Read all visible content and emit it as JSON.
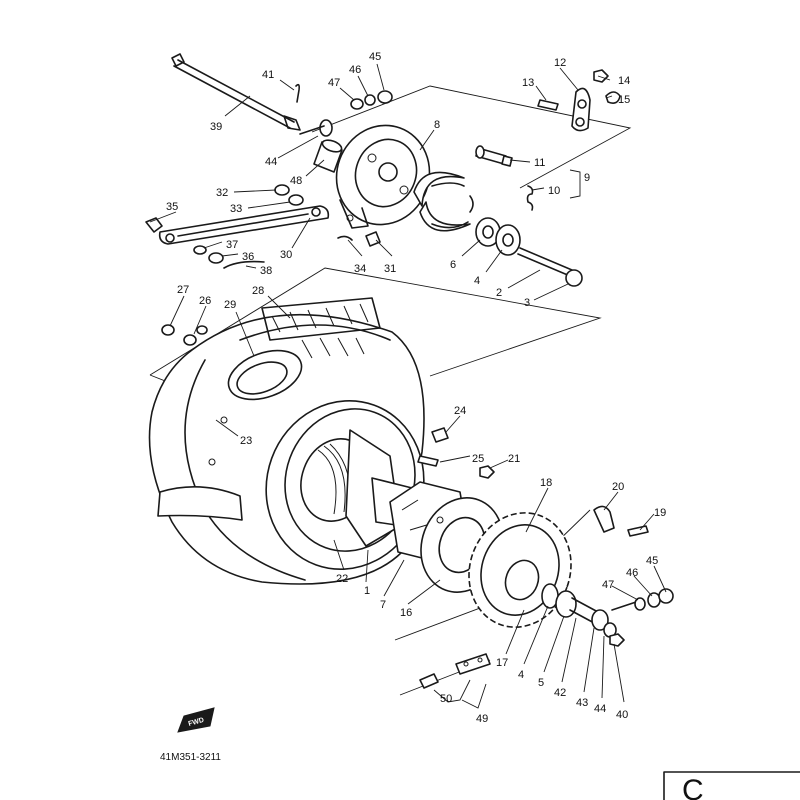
{
  "diagram_code": "41M351-3211",
  "fwd_label": "FWD",
  "corner_mark": "C",
  "callouts": [
    {
      "id": "c41",
      "label": "41"
    },
    {
      "id": "c47a",
      "label": "47"
    },
    {
      "id": "c46a",
      "label": "46"
    },
    {
      "id": "c45a",
      "label": "45"
    },
    {
      "id": "c39",
      "label": "39"
    },
    {
      "id": "c44a",
      "label": "44"
    },
    {
      "id": "c8",
      "label": "8"
    },
    {
      "id": "c48",
      "label": "48"
    },
    {
      "id": "c12",
      "label": "12"
    },
    {
      "id": "c13",
      "label": "13"
    },
    {
      "id": "c14",
      "label": "14"
    },
    {
      "id": "c15",
      "label": "15"
    },
    {
      "id": "c11",
      "label": "11"
    },
    {
      "id": "c9",
      "label": "9"
    },
    {
      "id": "c10",
      "label": "10"
    },
    {
      "id": "c32",
      "label": "32"
    },
    {
      "id": "c33",
      "label": "33"
    },
    {
      "id": "c35",
      "label": "35"
    },
    {
      "id": "c37",
      "label": "37"
    },
    {
      "id": "c36",
      "label": "36"
    },
    {
      "id": "c38",
      "label": "38"
    },
    {
      "id": "c30",
      "label": "30"
    },
    {
      "id": "c34",
      "label": "34"
    },
    {
      "id": "c31",
      "label": "31"
    },
    {
      "id": "c6",
      "label": "6"
    },
    {
      "id": "c4a",
      "label": "4"
    },
    {
      "id": "c2",
      "label": "2"
    },
    {
      "id": "c3",
      "label": "3"
    },
    {
      "id": "c27",
      "label": "27"
    },
    {
      "id": "c26",
      "label": "26"
    },
    {
      "id": "c29",
      "label": "29"
    },
    {
      "id": "c28",
      "label": "28"
    },
    {
      "id": "c23",
      "label": "23"
    },
    {
      "id": "c24",
      "label": "24"
    },
    {
      "id": "c25",
      "label": "25"
    },
    {
      "id": "c21",
      "label": "21"
    },
    {
      "id": "c18",
      "label": "18"
    },
    {
      "id": "c20",
      "label": "20"
    },
    {
      "id": "c19",
      "label": "19"
    },
    {
      "id": "c22",
      "label": "22"
    },
    {
      "id": "c1",
      "label": "1"
    },
    {
      "id": "c7",
      "label": "7"
    },
    {
      "id": "c16",
      "label": "16"
    },
    {
      "id": "c45b",
      "label": "45"
    },
    {
      "id": "c46b",
      "label": "46"
    },
    {
      "id": "c47b",
      "label": "47"
    },
    {
      "id": "c17",
      "label": "17"
    },
    {
      "id": "c4b",
      "label": "4"
    },
    {
      "id": "c5",
      "label": "5"
    },
    {
      "id": "c42",
      "label": "42"
    },
    {
      "id": "c43",
      "label": "43"
    },
    {
      "id": "c44b",
      "label": "44"
    },
    {
      "id": "c40",
      "label": "40"
    },
    {
      "id": "c50",
      "label": "50"
    },
    {
      "id": "c49",
      "label": "49"
    }
  ]
}
